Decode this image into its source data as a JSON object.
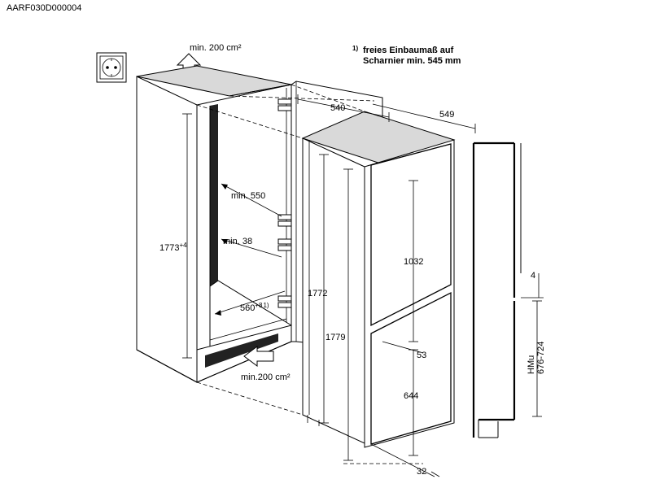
{
  "header": {
    "code": "AARF030D000004"
  },
  "note": {
    "marker": "1)",
    "line1": "freies Einbaumaß auf",
    "line2": "Scharnier min. 545 mm"
  },
  "labels": {
    "vent_top": "min. 200 cm²",
    "vent_bottom": "min.200 cm²",
    "depth_540": "540",
    "depth_549": "549",
    "niche_depth": "min. 550",
    "niche_gap": "min. 38",
    "niche_width_base": "560",
    "niche_width_tol": "+8",
    "niche_width_ref": "1)",
    "niche_height_base": "1773",
    "niche_height_tol": "+4",
    "h_1772": "1772",
    "h_1779": "1779",
    "h_1032": "1032",
    "h_53": "53",
    "h_644": "644",
    "h_32": "32",
    "h_4": "4",
    "hmu_label": "HMu",
    "hmu_range": "676-724"
  }
}
